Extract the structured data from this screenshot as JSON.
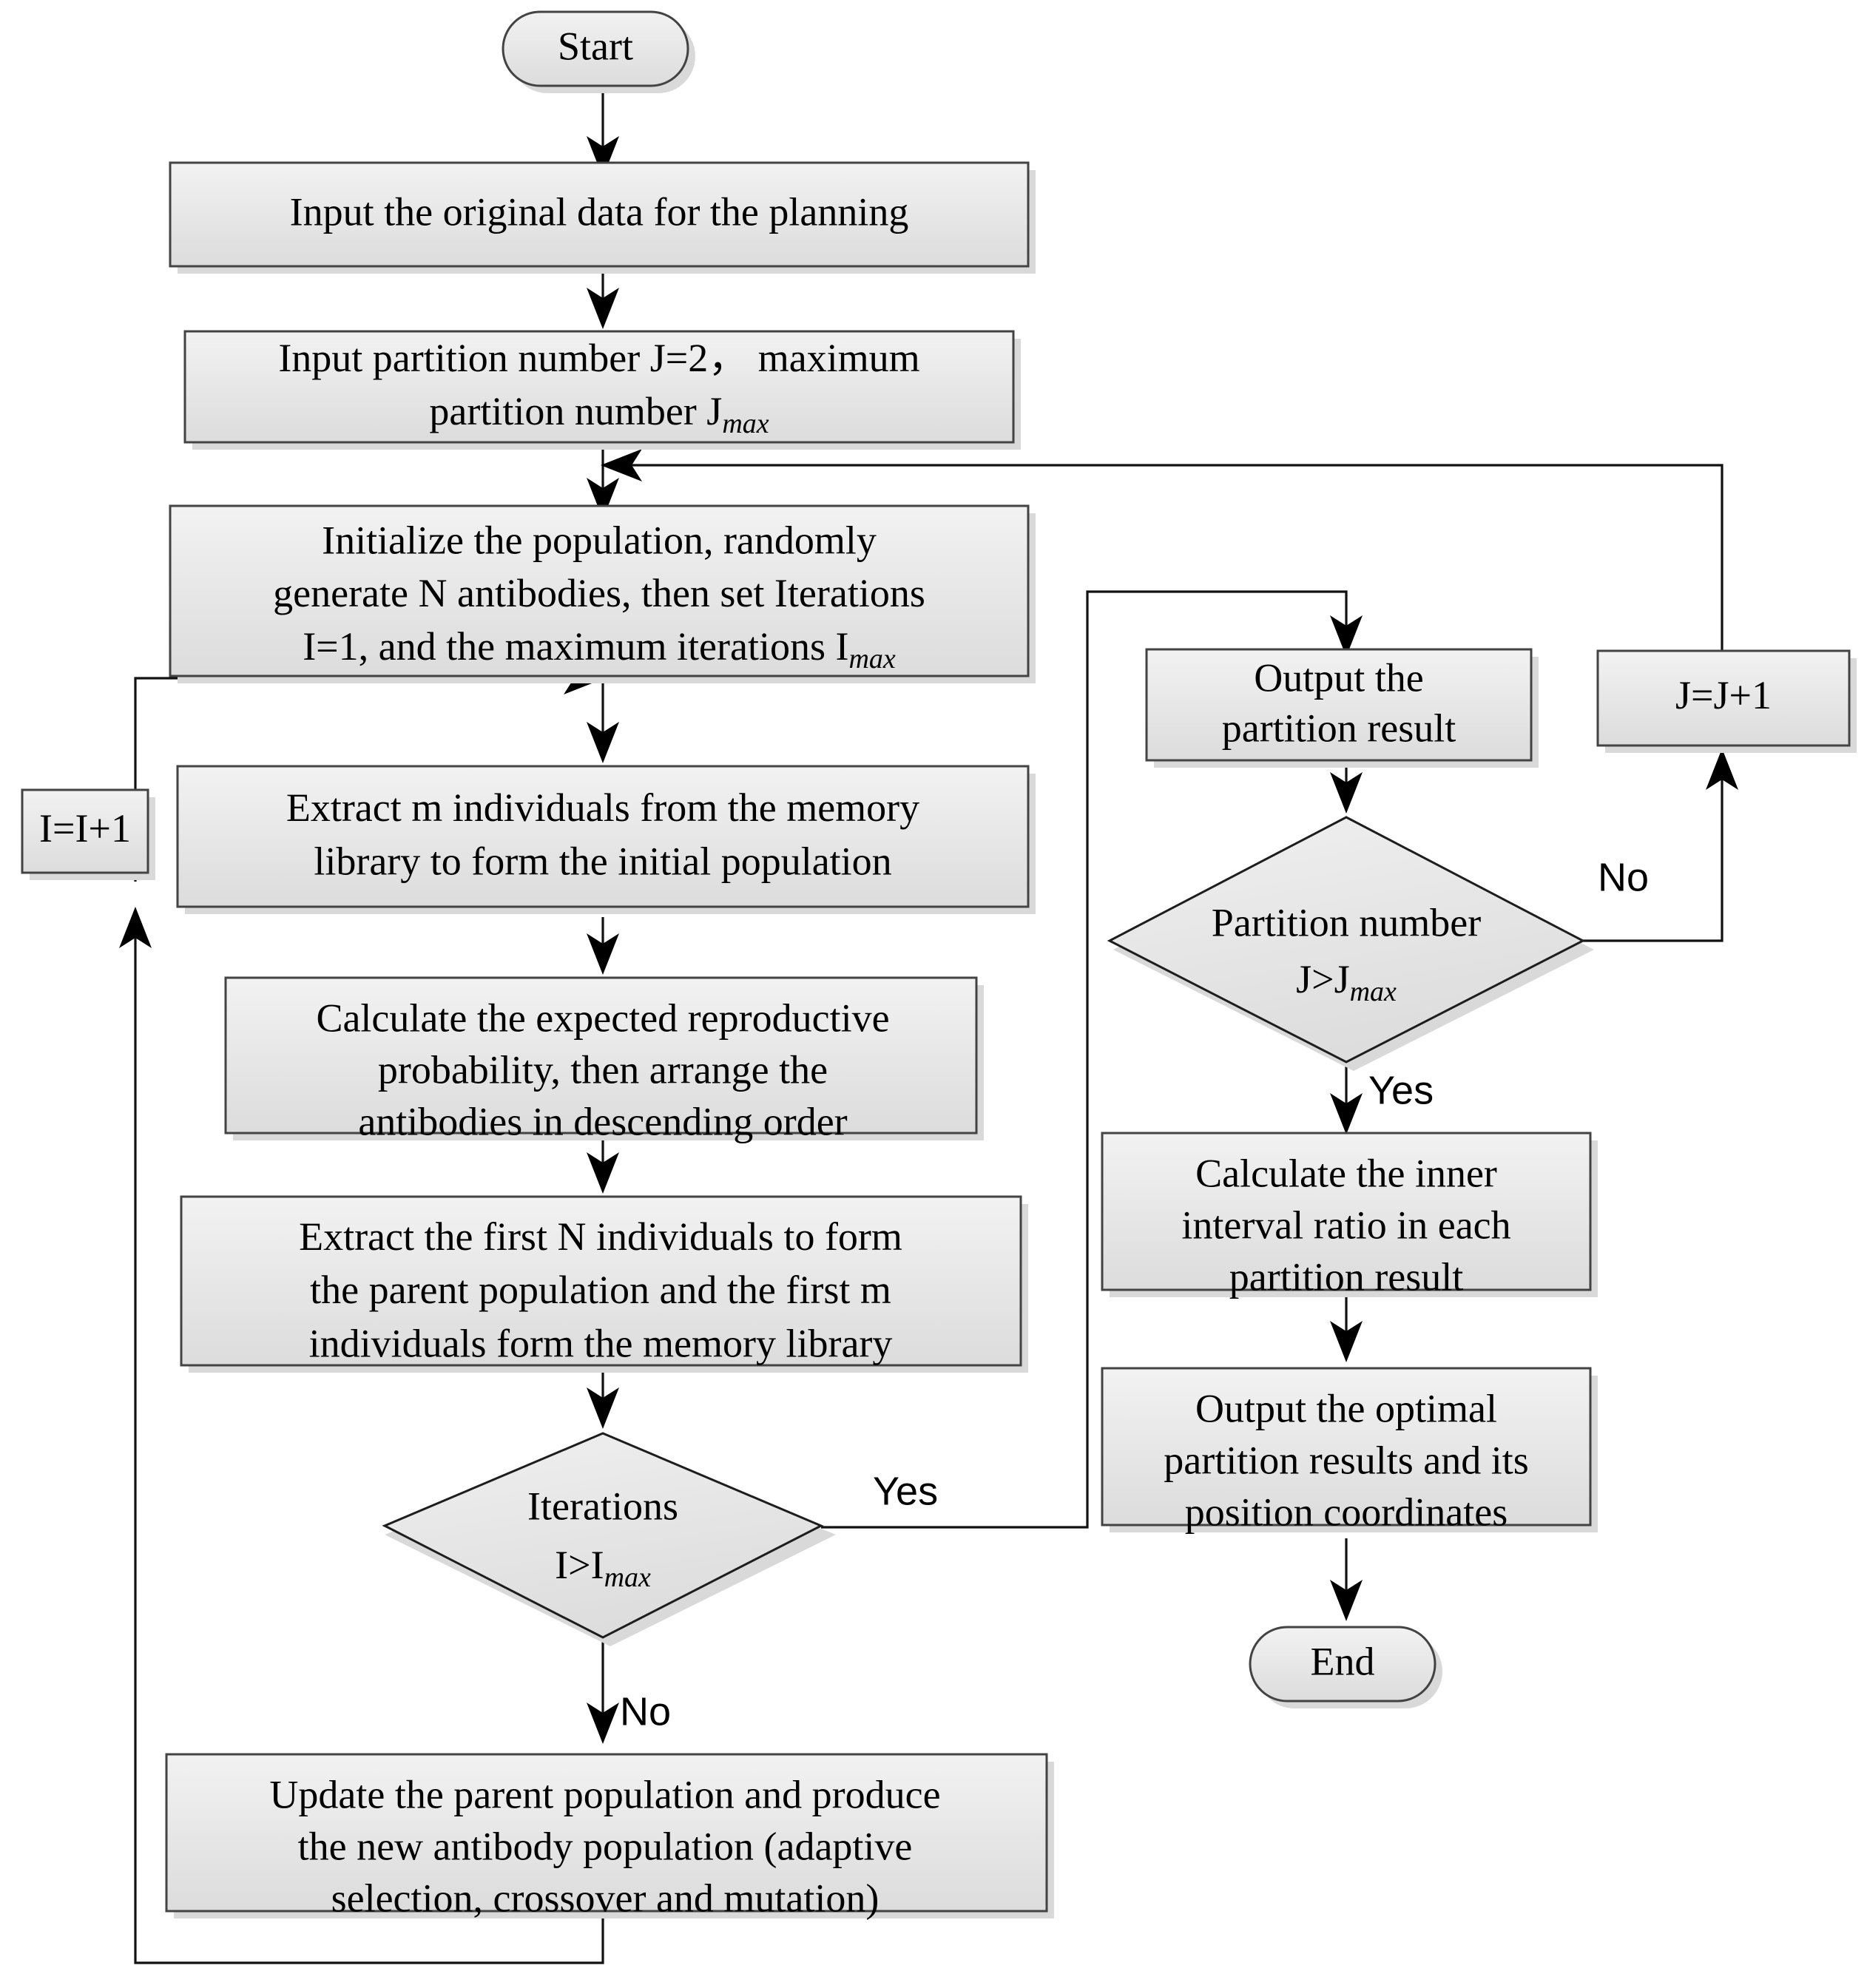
{
  "diagram": {
    "title": "Immune algorithm partition planning flowchart",
    "colors": {
      "node_fill_top": "#efefef",
      "node_fill_bottom": "#dddddd",
      "node_stroke": "#434343",
      "edge_stroke": "#111111",
      "shadow": "#d9d9d9",
      "background": "#ffffff"
    },
    "nodes": {
      "start": {
        "shape": "terminator",
        "label": "Start"
      },
      "input_data": {
        "shape": "process",
        "lines": [
          "Input the original data for the planning"
        ]
      },
      "input_partition": {
        "shape": "process",
        "lines": [
          "Input partition number J=2，  maximum",
          "partition number Jmax"
        ],
        "line1_pre": "Input partition number ",
        "line1_var": "J",
        "line1_post": "=2，  maximum",
        "line2_pre": "partition number ",
        "line2_var": "J",
        "line2_sub": "max"
      },
      "initialize": {
        "shape": "process",
        "lines": [
          "Initialize the population, randomly",
          "generate N antibodies, then set Iterations",
          "I=1, and the maximum iterations Imax"
        ],
        "l2_pre": "generate ",
        "l2_var": "N",
        "l2_post": " antibodies, then set Iterations",
        "l3_var": "I",
        "l3_mid": "=1, and the maximum iterations ",
        "l3_var2": "I",
        "l3_sub": "max"
      },
      "extract_m": {
        "shape": "process",
        "lines": [
          "Extract m individuals from the memory",
          "library to form the initial population"
        ],
        "l1_pre": "Extract ",
        "l1_var": "m",
        "l1_post": " individuals from the memory"
      },
      "calc_prob": {
        "shape": "process",
        "lines": [
          "Calculate  the expected reproductive",
          "probability, then arrange the",
          "antibodies in descending order"
        ]
      },
      "extract_first_n": {
        "shape": "process",
        "lines": [
          "Extract the first N individuals to form",
          "the parent population and the first m",
          "individuals form the memory library"
        ],
        "l1_pre": "Extract the first ",
        "l1_var": "N",
        "l1_post": " individuals to form",
        "l2_pre": "the parent population and the first ",
        "l2_var": "m"
      },
      "iterations_decision": {
        "shape": "decision",
        "lines": [
          "Iterations",
          "I>Imax"
        ],
        "l2_var": "I",
        "l2_op": ">",
        "l2_var2": "I",
        "l2_sub": "max"
      },
      "i_increment": {
        "shape": "process",
        "label": "I=I+1",
        "var1": "I",
        "mid": "=",
        "var2": "I",
        "post": "+1"
      },
      "update_population": {
        "shape": "process",
        "lines": [
          "Update the parent population and produce",
          "the new antibody population (adaptive",
          "selection, crossover and mutation)"
        ]
      },
      "output_partition": {
        "shape": "process",
        "lines": [
          "Output the",
          "partition result"
        ]
      },
      "j_increment": {
        "shape": "process",
        "label": "J=J+1",
        "var1": "J",
        "mid": "=",
        "var2": "J",
        "post": "+1"
      },
      "partition_decision": {
        "shape": "decision",
        "lines": [
          "Partition number",
          "J>Jmax"
        ],
        "l2_var": "J",
        "l2_op": ">",
        "l2_var2": "J",
        "l2_sub": "max"
      },
      "calc_ratio": {
        "shape": "process",
        "lines": [
          "Calculate the inner",
          "interval ratio in each",
          "partition result"
        ]
      },
      "output_optimal": {
        "shape": "process",
        "lines": [
          "Output the optimal",
          "partition results  and its",
          "position coordinates"
        ]
      },
      "end": {
        "shape": "terminator",
        "label": "End"
      }
    },
    "edge_labels": {
      "iterations_yes": "Yes",
      "iterations_no": "No",
      "partition_no": "No",
      "partition_yes": "Yes"
    }
  }
}
